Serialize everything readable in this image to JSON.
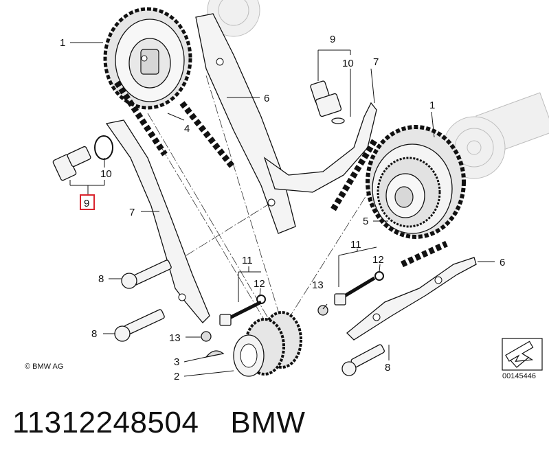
{
  "diagram": {
    "callouts": {
      "c1_top": "1",
      "c1_right": "1",
      "c2": "2",
      "c3": "3",
      "c4": "4",
      "c5": "5",
      "c6_top": "6",
      "c6_right": "6",
      "c7_left": "7",
      "c7_right": "7",
      "c8_upper": "8",
      "c8_lower": "8",
      "c8_bottom": "8",
      "c9_left": "9",
      "c9_top": "9",
      "c10_left": "10",
      "c10_top": "10",
      "c11_mid": "11",
      "c11_right": "11",
      "c12_mid": "12",
      "c12_right": "12",
      "c13_mid": "13",
      "c13_right": "13"
    },
    "highlighted_callout": "9",
    "highlight_color": "#d9232d",
    "copyright": "© BMW AG",
    "drawing_number": "00145446"
  },
  "footer": {
    "part_number": "11312248504",
    "brand": "BMW"
  }
}
